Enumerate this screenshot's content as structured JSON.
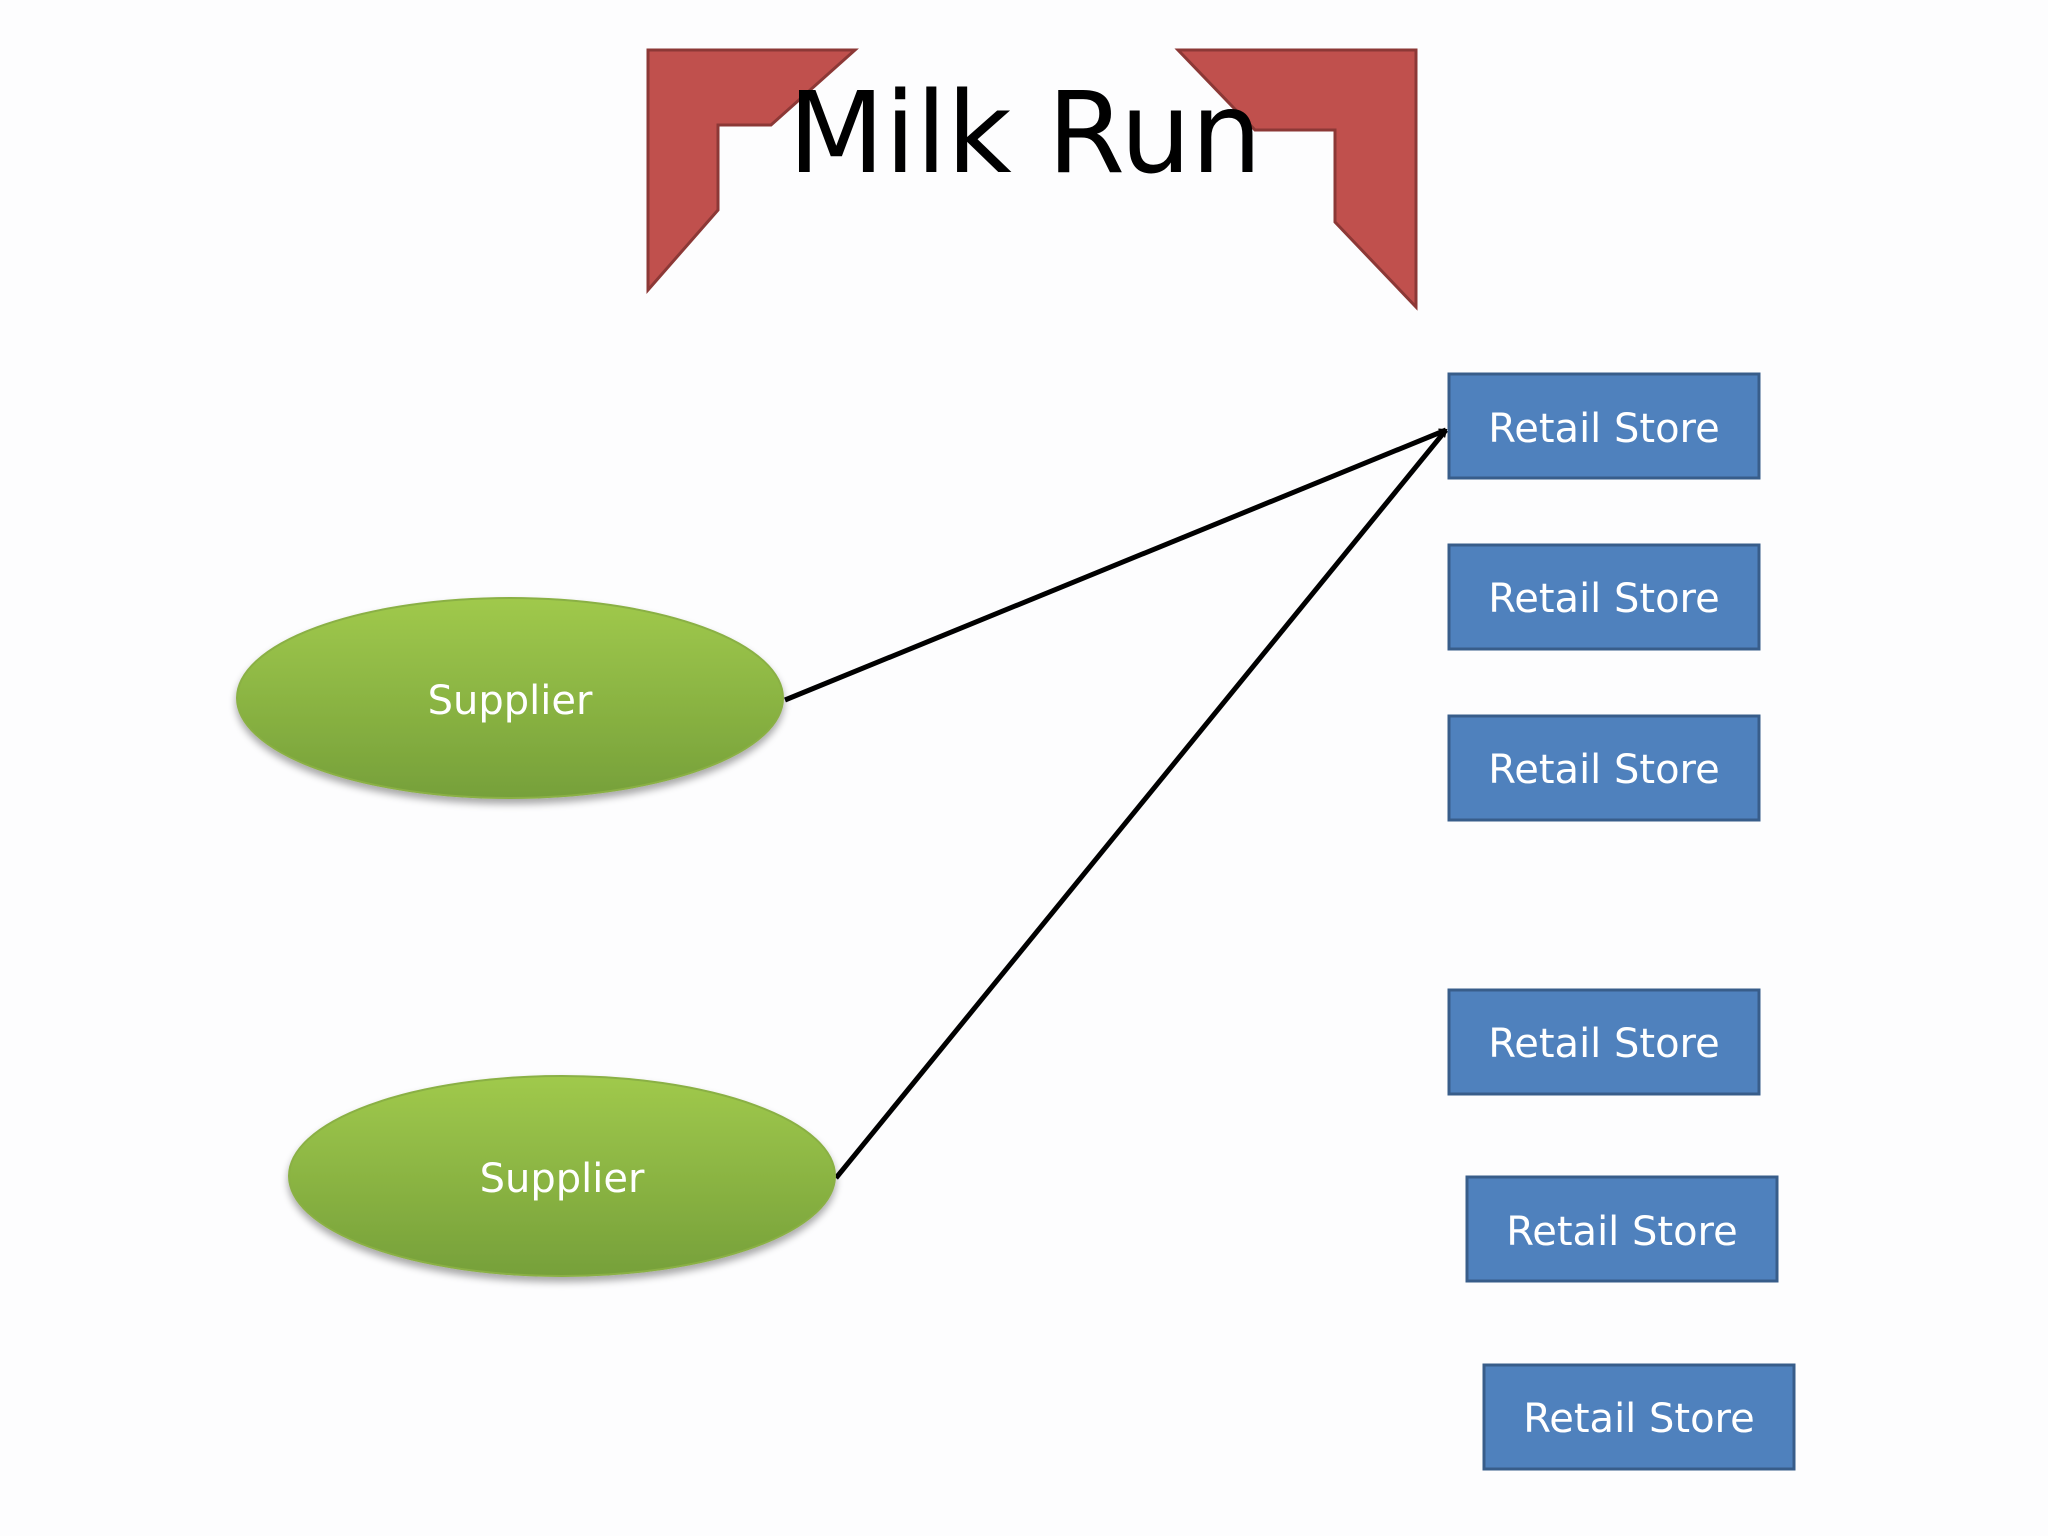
{
  "title": "Milk Run",
  "colors": {
    "bracket_fill": "#c0504d",
    "bracket_stroke": "#8c3836",
    "supplier_fill_top": "#9bc54a",
    "supplier_fill_bottom": "#76a03a",
    "store_fill": "#4f81bd",
    "store_stroke": "#385d8a",
    "arrow": "#000000"
  },
  "suppliers": [
    {
      "label": "Supplier"
    },
    {
      "label": "Supplier"
    }
  ],
  "stores": [
    {
      "label": "Retail Store"
    },
    {
      "label": "Retail Store"
    },
    {
      "label": "Retail Store"
    },
    {
      "label": "Retail Store"
    },
    {
      "label": "Retail Store"
    },
    {
      "label": "Retail Store"
    }
  ],
  "connections": [
    {
      "from": "Supplier",
      "to": "Retail Store"
    },
    {
      "from": "Supplier",
      "to": "Retail Store"
    }
  ]
}
